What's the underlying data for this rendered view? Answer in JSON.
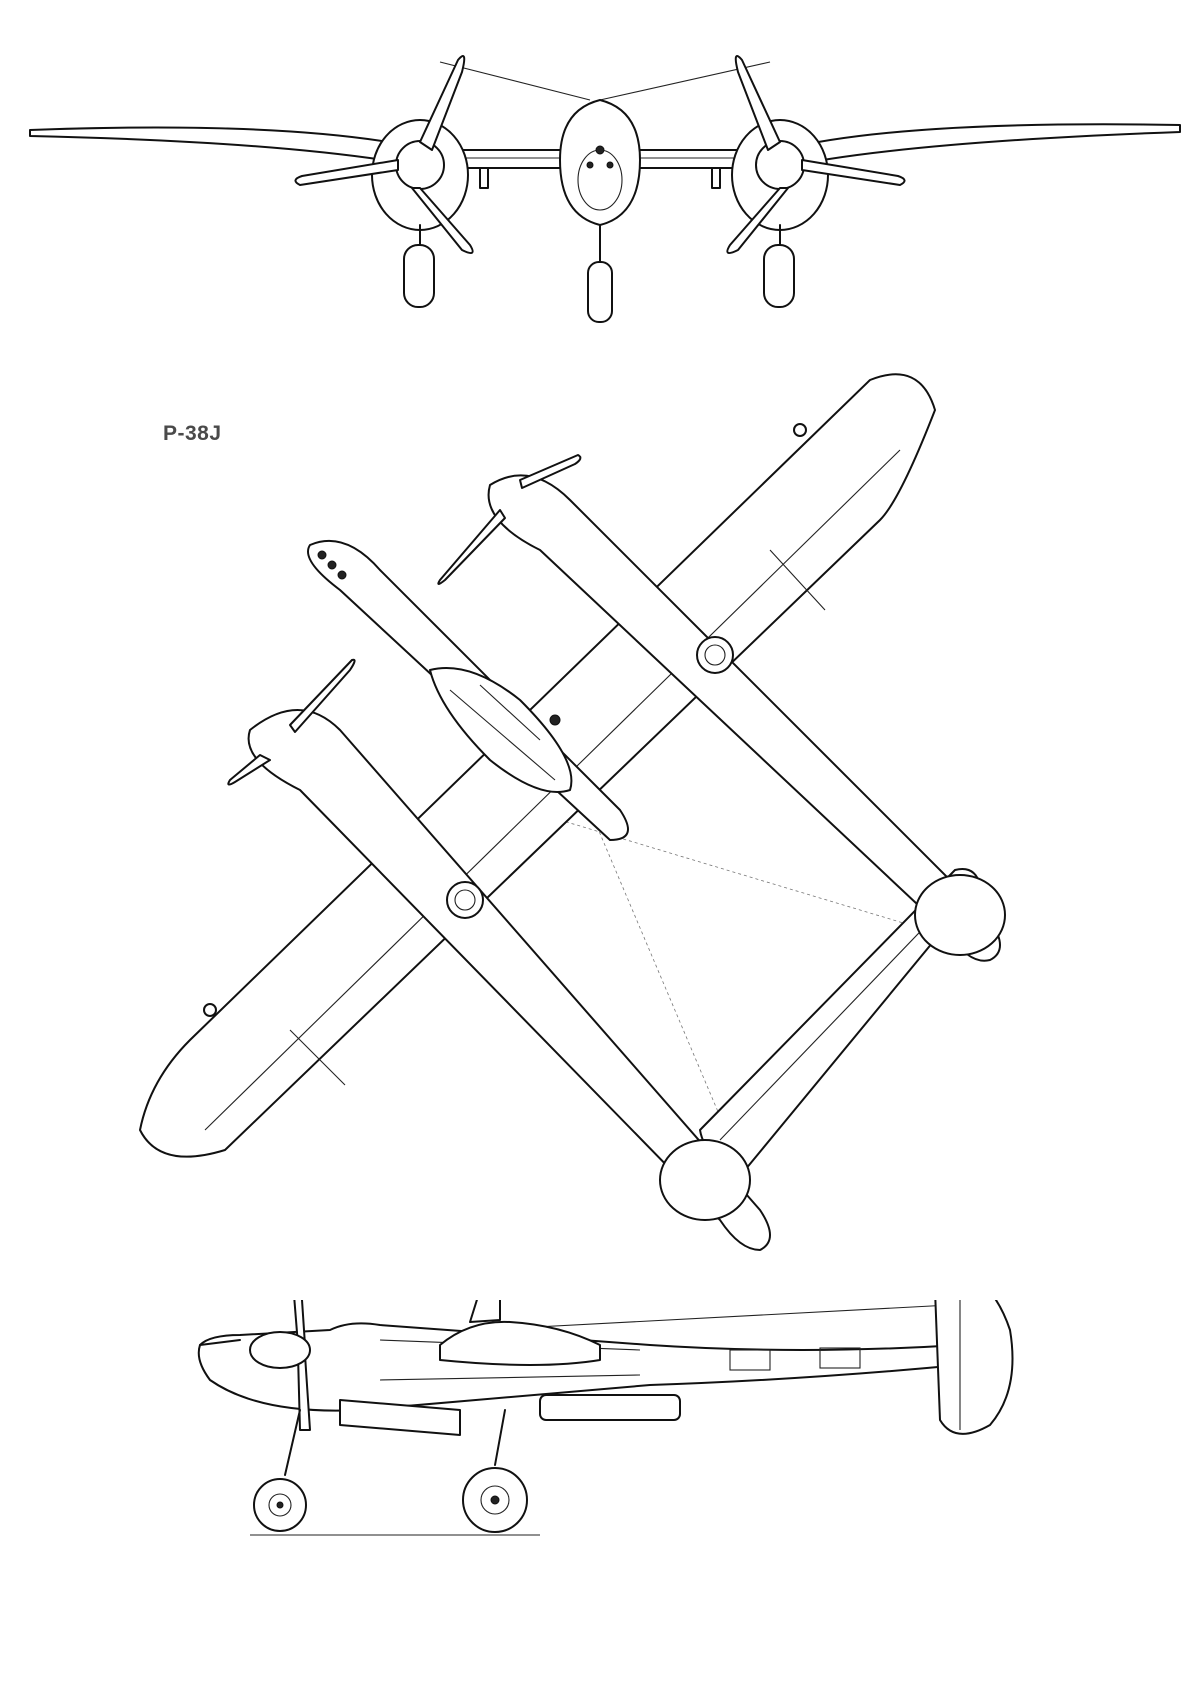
{
  "drawing": {
    "designation": "P-38J",
    "views": [
      "front",
      "plan",
      "side"
    ]
  },
  "colors": {
    "line": "#111111",
    "label": "#4a4a4a",
    "paper": "#ffffff"
  }
}
